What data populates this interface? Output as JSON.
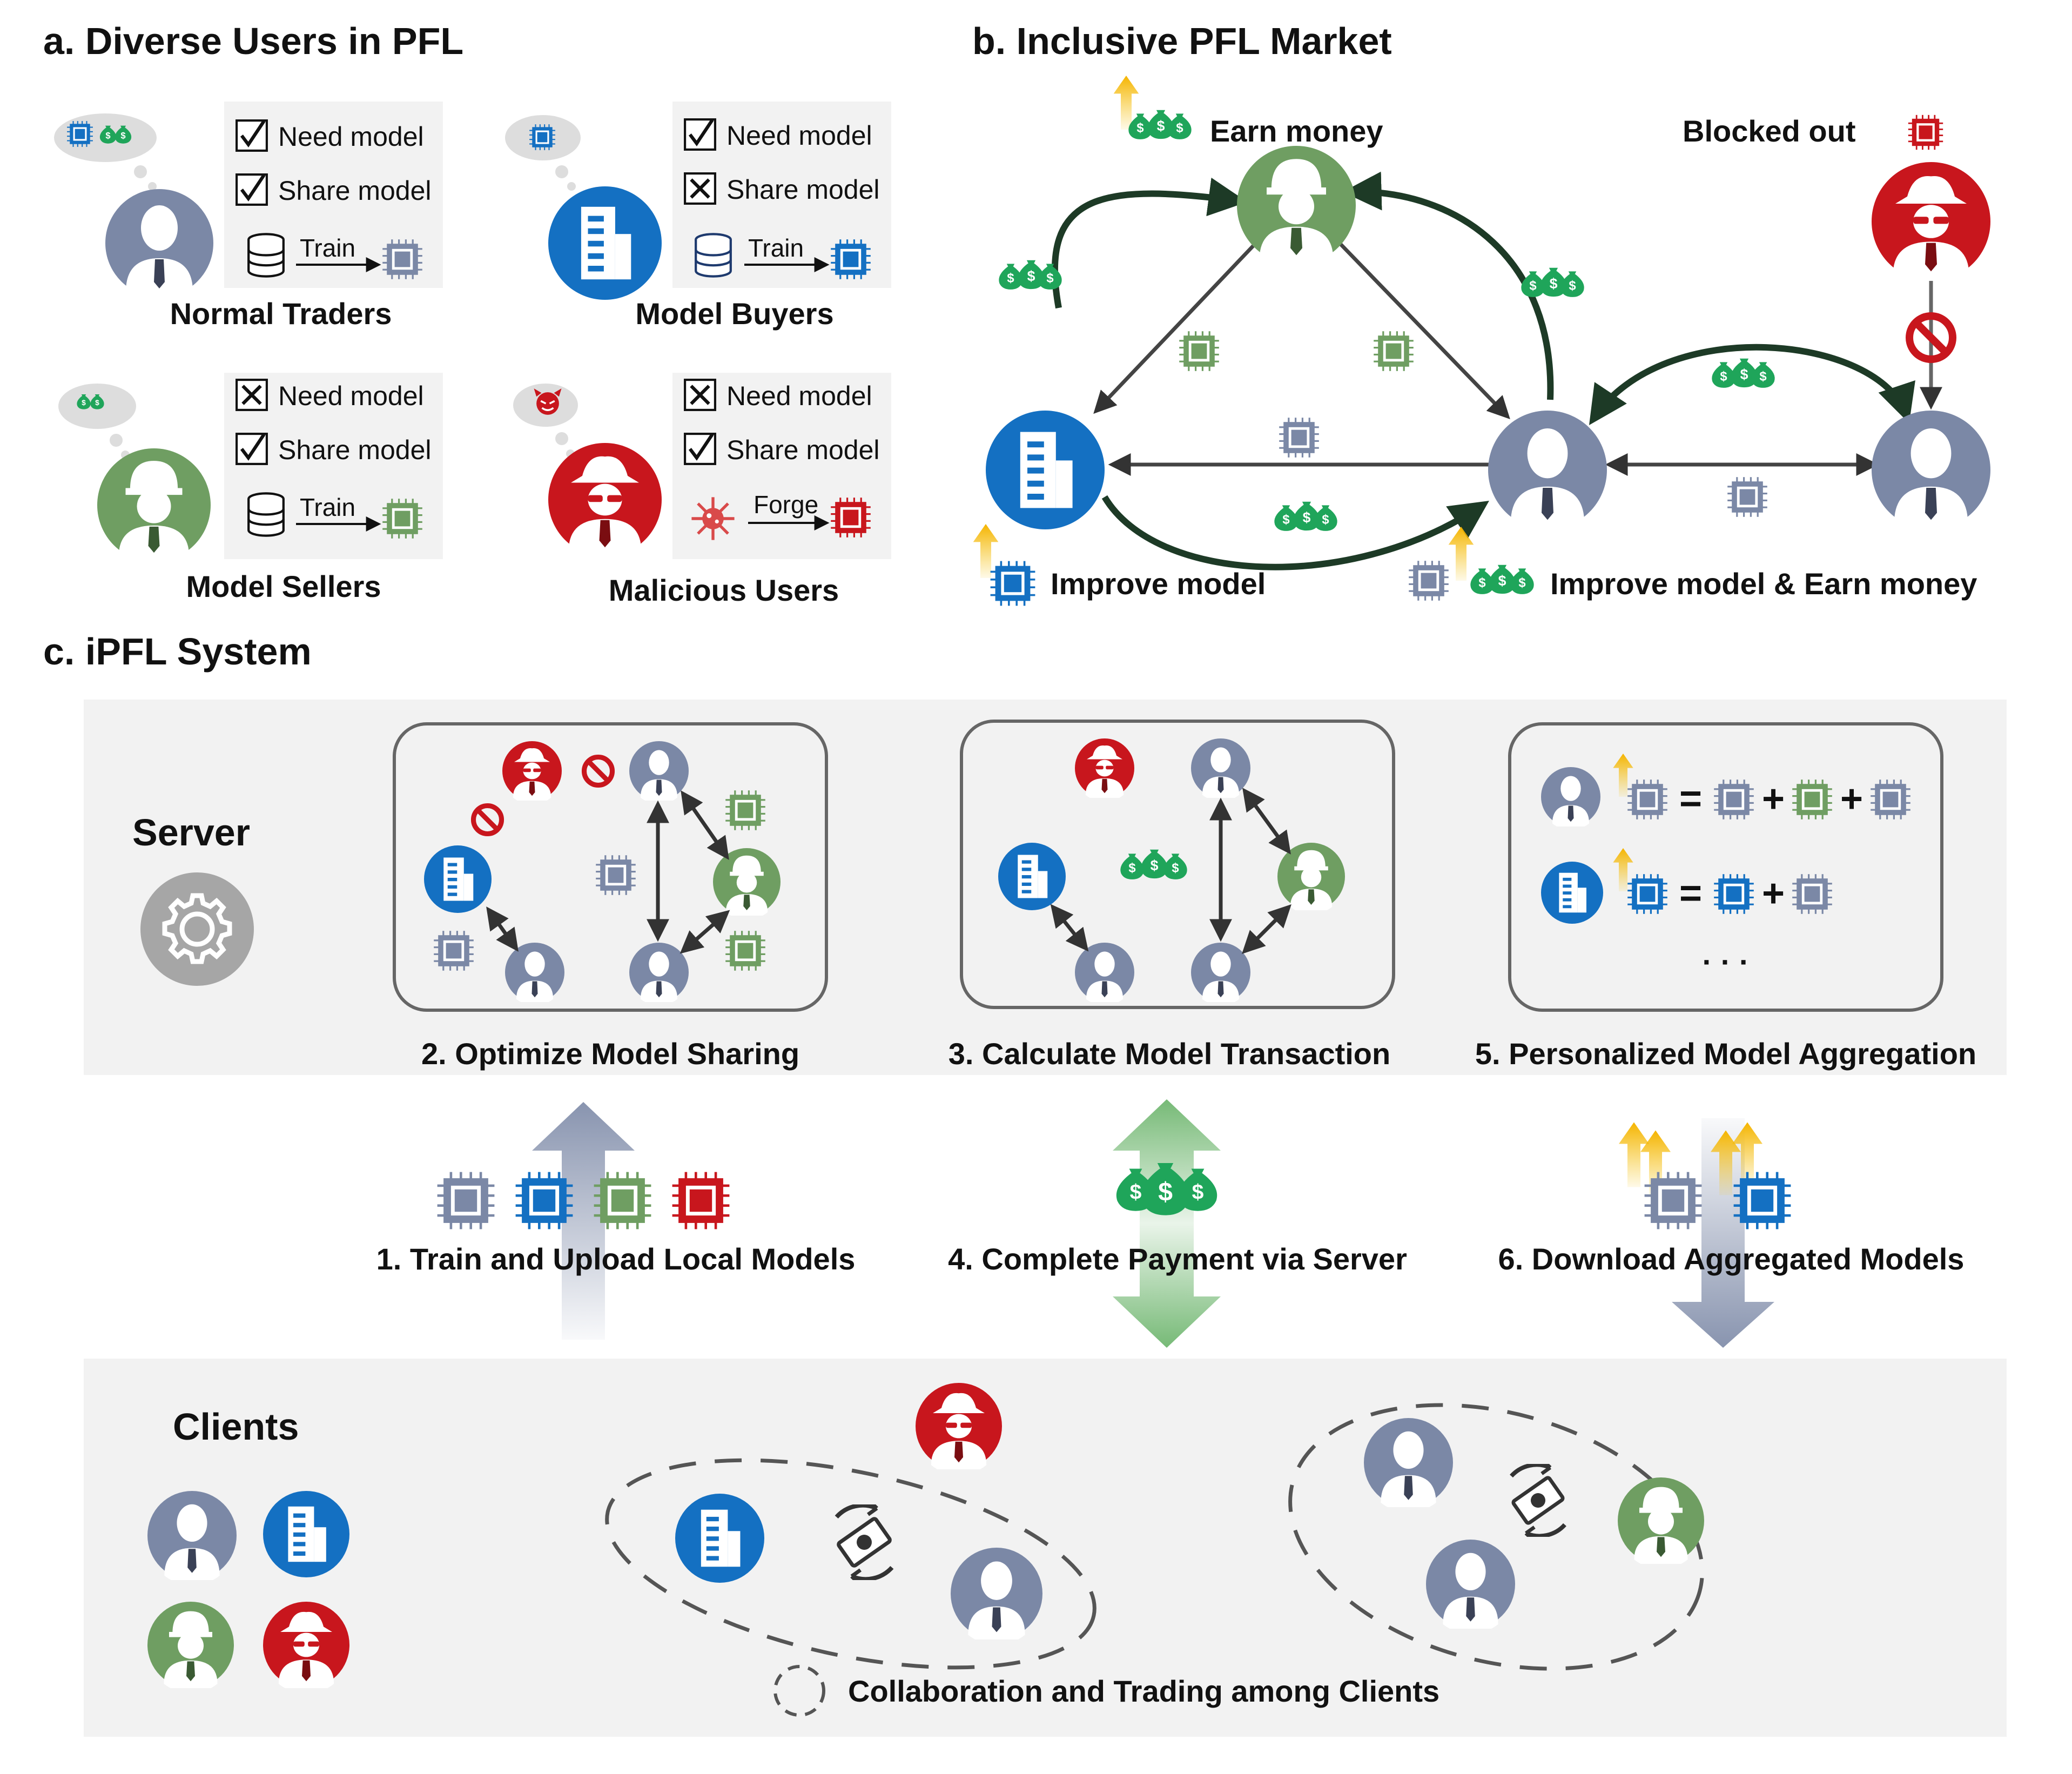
{
  "panel_a": {
    "title": "a. Diverse Users in PFL",
    "need_model": "Need model",
    "share_model": "Share model",
    "train": "Train",
    "forge": "Forge",
    "labels": {
      "normal_traders": "Normal Traders",
      "model_buyers": "Model Buyers",
      "model_sellers": "Model Sellers",
      "malicious_users": "Malicious Users"
    },
    "options": {
      "normal_traders": [
        "check",
        "check"
      ],
      "model_buyers": [
        "check",
        "cross"
      ],
      "model_sellers": [
        "cross",
        "check"
      ],
      "malicious_users": [
        "cross",
        "check"
      ]
    }
  },
  "panel_b": {
    "title": "b. Inclusive PFL Market",
    "earn_money": "Earn money",
    "blocked_out": "Blocked out",
    "improve_model": "Improve model",
    "improve_earn": "Improve model & Earn money"
  },
  "panel_c": {
    "title": "c. iPFL System",
    "server": "Server",
    "clients": "Clients",
    "step1": "1. Train and Upload Local Models",
    "step2": "2. Optimize Model Sharing",
    "step3": "3. Calculate Model Transaction",
    "step4": "4. Complete Payment via Server",
    "step5": "5. Personalized Model Aggregation",
    "step6": "6. Download Aggregated Models",
    "ellipsis": "· · ·",
    "legend": "Collaboration and Trading among Clients"
  },
  "colors": {
    "trader": "#7b88a6",
    "buyer": "#1470c2",
    "seller": "#6f9e62",
    "malicious": "#c8161d",
    "money": "#1fa55a",
    "arrow_dark": "#1d3a26",
    "panel_bg": "#f2f2f2"
  }
}
